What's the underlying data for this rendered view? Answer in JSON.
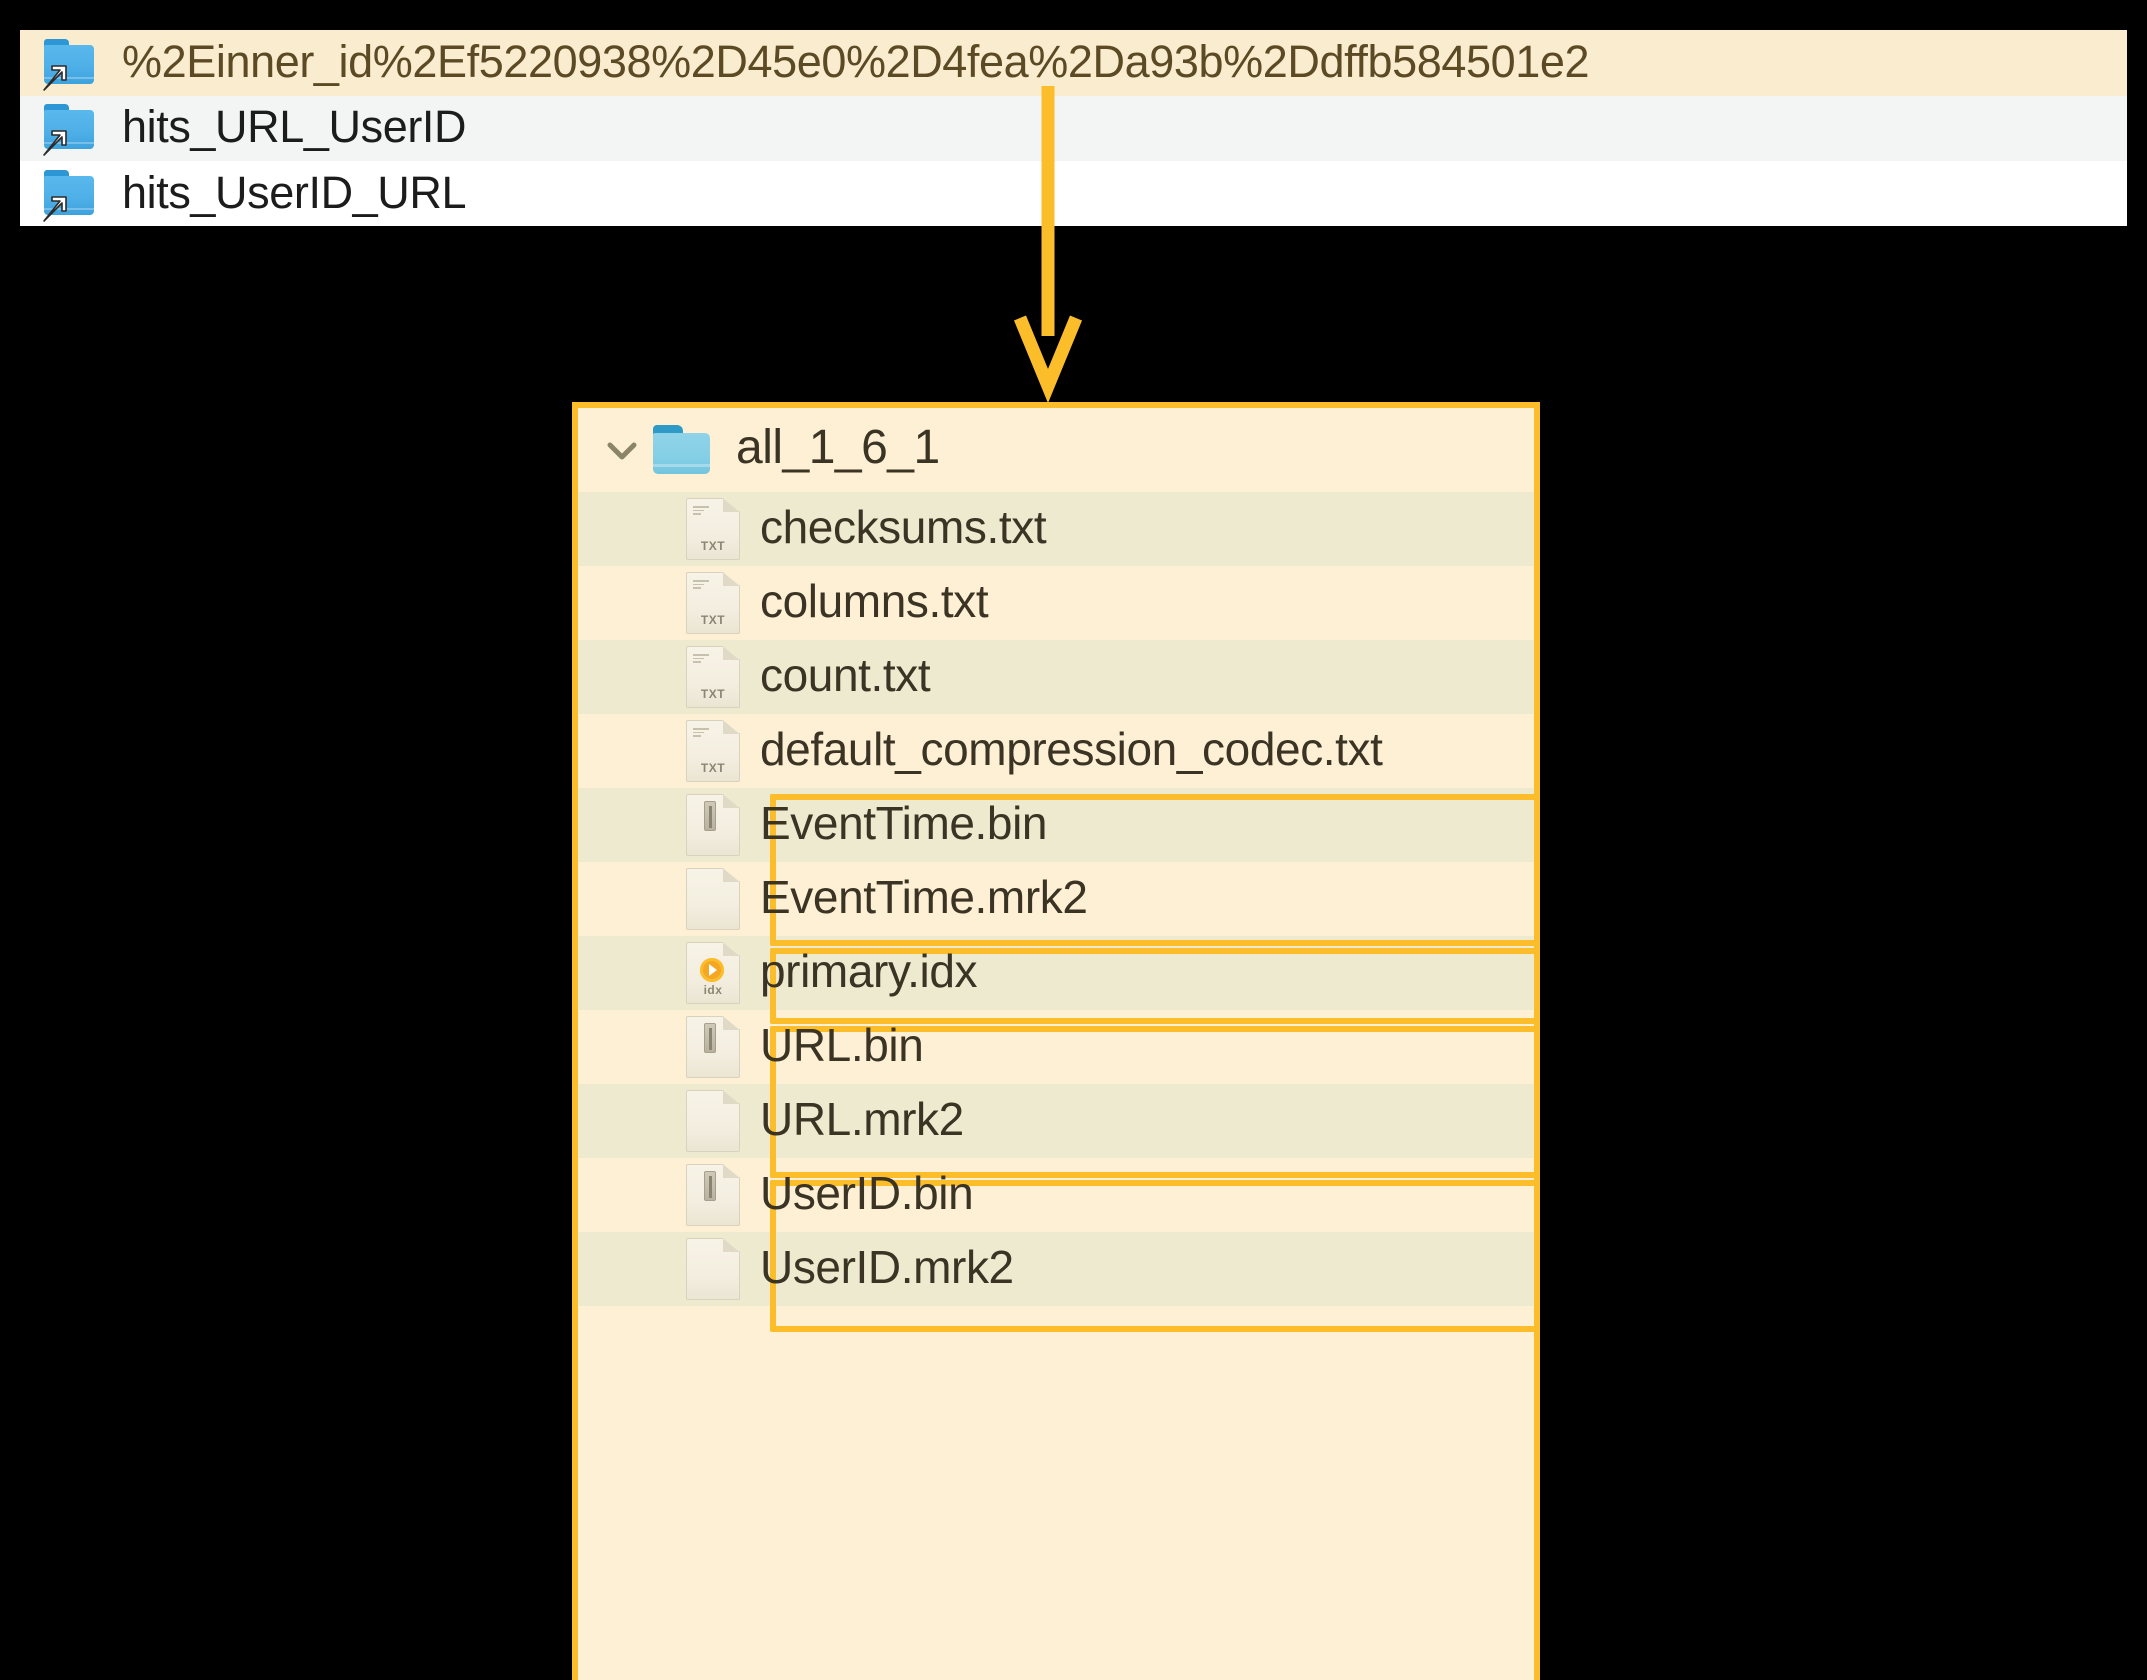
{
  "colors": {
    "accent": "#fbbe2a",
    "panel_bg": "#fdf0d5",
    "stripe_bg": "#eeeacf",
    "selected_row_bg": "#faeccf",
    "alt_row_bg": "#f3f5f4",
    "folder_blue": "#4fb0e8",
    "folder_teal": "#85cfe6",
    "text": "#3b3323",
    "background": "#000000"
  },
  "symlink_list": {
    "rows": [
      {
        "label": "%2Einner_id%2Ef5220938%2D45e0%2D4fea%2Da93b%2Ddffb584501e2",
        "icon": "folder-symlink-icon",
        "state": "selected"
      },
      {
        "label": "hits_URL_UserID",
        "icon": "folder-symlink-icon",
        "state": "alternate"
      },
      {
        "label": "hits_UserID_URL",
        "icon": "folder-symlink-icon",
        "state": "plain"
      }
    ]
  },
  "arrow": {
    "icon": "down-arrow-icon",
    "color": "#fbbe2a"
  },
  "tree_panel": {
    "folder": {
      "name": "all_1_6_1",
      "expand_icon": "chevron-down-icon",
      "icon": "folder-open-icon",
      "expanded": true
    },
    "files": [
      {
        "name": "checksums.txt",
        "icon": "txt-file-icon",
        "tag": "TXT",
        "stripe": true,
        "highlight": false
      },
      {
        "name": "columns.txt",
        "icon": "txt-file-icon",
        "tag": "TXT",
        "stripe": false,
        "highlight": false
      },
      {
        "name": "count.txt",
        "icon": "txt-file-icon",
        "tag": "TXT",
        "stripe": true,
        "highlight": false
      },
      {
        "name": "default_compression_codec.txt",
        "icon": "txt-file-icon",
        "tag": "TXT",
        "stripe": false,
        "highlight": false
      },
      {
        "name": "EventTime.bin",
        "icon": "bin-file-icon",
        "tag": "",
        "stripe": true,
        "highlight": true
      },
      {
        "name": "EventTime.mrk2",
        "icon": "mrk-file-icon",
        "tag": "",
        "stripe": false,
        "highlight": true
      },
      {
        "name": "primary.idx",
        "icon": "idx-file-icon",
        "tag": "idx",
        "stripe": true,
        "highlight": true
      },
      {
        "name": "URL.bin",
        "icon": "bin-file-icon",
        "tag": "",
        "stripe": false,
        "highlight": true
      },
      {
        "name": "URL.mrk2",
        "icon": "mrk-file-icon",
        "tag": "",
        "stripe": true,
        "highlight": true
      },
      {
        "name": "UserID.bin",
        "icon": "bin-file-icon",
        "tag": "",
        "stripe": false,
        "highlight": true
      },
      {
        "name": "UserID.mrk2",
        "icon": "mrk-file-icon",
        "tag": "",
        "stripe": true,
        "highlight": true
      }
    ],
    "highlight_groups": [
      {
        "label": "EventTime-column-group",
        "start_index": 4,
        "end_index": 5
      },
      {
        "label": "primary-index-group",
        "start_index": 6,
        "end_index": 6
      },
      {
        "label": "URL-column-group",
        "start_index": 7,
        "end_index": 8
      },
      {
        "label": "UserID-column-group",
        "start_index": 9,
        "end_index": 10
      }
    ]
  }
}
